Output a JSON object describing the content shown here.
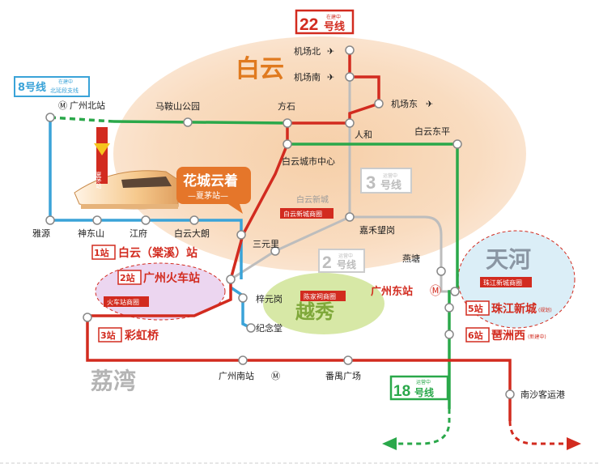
{
  "areas": {
    "baiyun": "白云",
    "tianhe": "天河",
    "yuexiu": "越秀",
    "liwan": "荔湾"
  },
  "lines": {
    "line22": {
      "num": "22",
      "unit": "号线",
      "note": "在建中",
      "color": "#d22b1f"
    },
    "line8": {
      "num": "8号线",
      "note": "在建中",
      "sub": "北延段支线",
      "color": "#3aa3d8"
    },
    "line3": {
      "num": "3",
      "unit": "号线",
      "note": "运营中",
      "color": "#bdbdbd"
    },
    "line2": {
      "num": "2",
      "unit": "号线",
      "note": "运营中",
      "color": "#bdbdbd"
    },
    "line18": {
      "num": "18",
      "unit": "号线",
      "note": "运营中",
      "color": "#2aa84a"
    }
  },
  "stations": {
    "airport_north": "机场北",
    "airport_south": "机场南",
    "airport_east": "机场东",
    "guangzhou_north": "广州北站",
    "maanshan": "马鞍山公园",
    "shijing": "方石",
    "renhe": "人和",
    "baiyun_dongping": "白云东平",
    "baiyun_city_center": "白云城市中心",
    "jiahe": "嘉禾望岗",
    "sanyuanli": "三元里",
    "yantang": "燕塘",
    "yayuan": "雅源",
    "shendongshan": "神东山",
    "jiangfu": "江府",
    "baiyun_dalang": "白云大朗",
    "zhiyuangang": "梓元岗",
    "jinian": "纪念堂",
    "guangzhou_east": "广州东站",
    "guangzhou_south": "广州南站",
    "panyu": "番禺广场",
    "nansha": "南沙客运港"
  },
  "stops": {
    "s1_num": "1站",
    "s1_name": "白云（棠溪）站",
    "s2_num": "2站",
    "s2_name": "广州火车站",
    "s3_num": "3站",
    "s3_name": "彩虹桥",
    "s5_num": "5站",
    "s5_name": "珠江新城",
    "s5_note": "(规划)",
    "s6_num": "6站",
    "s6_name": "琶洲西",
    "s6_note": "(新建中)"
  },
  "badges": {
    "baiyun_new_city": "白云新城",
    "baiyun_new_city_circle": "白云新城商圈",
    "chenjiaci_circle": "陈家祠商圈",
    "train_station_circle": "火车站商圈",
    "zhujiang_circle": "珠江新城商圈"
  },
  "promo": {
    "title": "花城云着",
    "subtitle": "—夏茅站—",
    "arrow_label": "夏茅站"
  }
}
